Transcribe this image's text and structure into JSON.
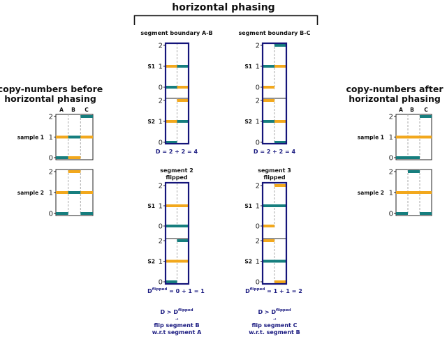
{
  "title": "horizontal phasing",
  "colors": {
    "allele_a": "#f2a81d",
    "allele_b": "#167e7e",
    "frame": "#14147a",
    "axis": "#222222"
  },
  "ticks": [
    "0",
    "1",
    "2"
  ],
  "before": {
    "title_line1": "copy-numbers before",
    "title_line2": "horizontal phasing",
    "columns": [
      "A",
      "B",
      "C"
    ],
    "samples": [
      {
        "label": "sample 1",
        "segments": [
          {
            "orange": 1,
            "teal": 0
          },
          {
            "orange": 0,
            "teal": 1
          },
          {
            "orange": 1,
            "teal": 2
          }
        ]
      },
      {
        "label": "sample 2",
        "segments": [
          {
            "orange": 1,
            "teal": 0
          },
          {
            "orange": 2,
            "teal": 1
          },
          {
            "orange": 1,
            "teal": 0
          }
        ]
      }
    ]
  },
  "after": {
    "title_line1": "copy-numbers after",
    "title_line2": "horizontal phasing",
    "columns": [
      "A",
      "B",
      "C"
    ],
    "samples": [
      {
        "label": "sample 1",
        "segments": [
          {
            "orange": 1,
            "teal": 0
          },
          {
            "orange": 1,
            "teal": 0
          },
          {
            "orange": 1,
            "teal": 2
          }
        ]
      },
      {
        "label": "sample 2",
        "segments": [
          {
            "orange": 1,
            "teal": 0
          },
          {
            "orange": 1,
            "teal": 2
          },
          {
            "orange": 1,
            "teal": 0
          }
        ]
      }
    ]
  },
  "boundary_ab": {
    "title": "segment boundary A-B",
    "distance": "D = 2 + 2 = 4",
    "samples": [
      {
        "label": "S1",
        "segments": [
          {
            "orange": 1,
            "teal": 0
          },
          {
            "orange": 0,
            "teal": 1
          }
        ]
      },
      {
        "label": "S2",
        "segments": [
          {
            "orange": 1,
            "teal": 0
          },
          {
            "orange": 2,
            "teal": 1
          }
        ]
      }
    ]
  },
  "boundary_bc": {
    "title": "segment boundary B-C",
    "distance": "D = 2 + 2 = 4",
    "samples": [
      {
        "label": "S1",
        "segments": [
          {
            "orange": 0,
            "teal": 1
          },
          {
            "orange": 1,
            "teal": 2
          }
        ]
      },
      {
        "label": "S2",
        "segments": [
          {
            "orange": 2,
            "teal": 1
          },
          {
            "orange": 1,
            "teal": 0
          }
        ]
      }
    ]
  },
  "flip2": {
    "title_line1": "segment 2",
    "title_line2": "flipped",
    "d_prefix": "D",
    "d_sup": "flipped",
    "d_rest": " = 0 + 1 = 1",
    "conclusion": {
      "line1_prefix": "D > D",
      "line1_sup": "flipped",
      "arrow": "→",
      "line2": "flip segment B",
      "line3": "w.r.t segment A"
    },
    "samples": [
      {
        "label": "S1",
        "segments": [
          {
            "orange": 1,
            "teal": 0
          },
          {
            "orange": 1,
            "teal": 0
          }
        ]
      },
      {
        "label": "S2",
        "segments": [
          {
            "orange": 1,
            "teal": 0
          },
          {
            "orange": 1,
            "teal": 2
          }
        ]
      }
    ]
  },
  "flip3": {
    "title_line1": "segment 3",
    "title_line2": "flipped",
    "d_prefix": "D",
    "d_sup": "flipped",
    "d_rest": " = 1 + 1 = 2",
    "conclusion": {
      "line1_prefix": "D > D",
      "line1_sup": "flipped",
      "arrow": "→",
      "line2": "flip segment C",
      "line3": "w.r.t. segment B"
    },
    "samples": [
      {
        "label": "S1",
        "segments": [
          {
            "orange": 0,
            "teal": 1
          },
          {
            "orange": 2,
            "teal": 1
          }
        ]
      },
      {
        "label": "S2",
        "segments": [
          {
            "orange": 2,
            "teal": 1
          },
          {
            "orange": 0,
            "teal": 1
          }
        ]
      }
    ]
  }
}
